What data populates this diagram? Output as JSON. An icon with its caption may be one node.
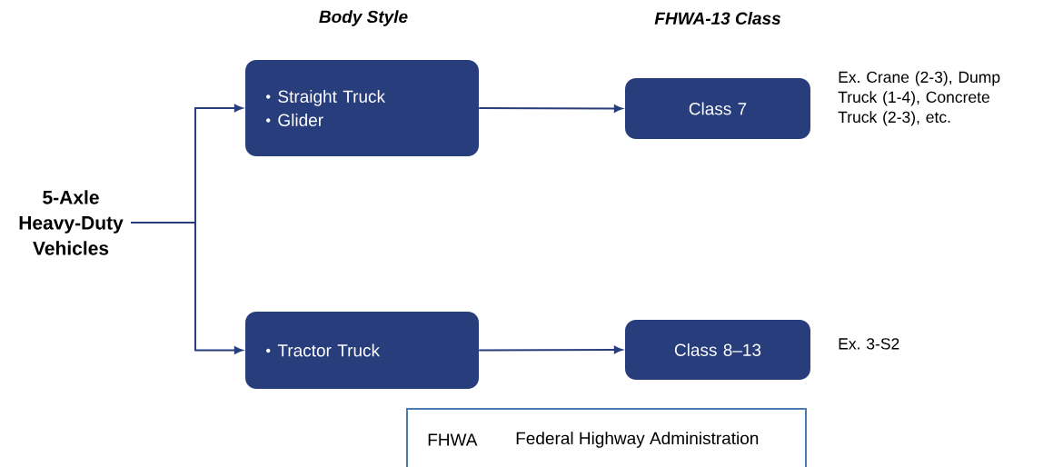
{
  "diagram": {
    "nodes": [
      {
        "text": [
          "5-Axle Heavy-Duty Vehicles"
        ]
      },
      {
        "text": [
          "Straight Truck",
          "Glider"
        ]
      },
      {
        "text": [
          "Class 7"
        ],
        "beside": [
          "Ex. Crane (2-3), Dump Truck (1-4), Concrete Truck (2-3), etc."
        ]
      },
      {
        "text": [
          "Tractor Truck"
        ]
      },
      {
        "text": [
          "Class 8–13"
        ],
        "beside": [
          "Ex. 3-S2"
        ]
      }
    ],
    "edges": [
      {
        "from": 0,
        "to": 1,
        "arrow": "to"
      },
      {
        "from": 0,
        "to": 3,
        "arrow": "to"
      },
      {
        "from": 1,
        "to": 2,
        "arrow": "to"
      },
      {
        "from": 3,
        "to": 4,
        "arrow": "to"
      }
    ],
    "labels": [
      "Body Style",
      "FHWA-13 Class",
      "FHWA",
      "Federal Highway Administration"
    ]
  }
}
